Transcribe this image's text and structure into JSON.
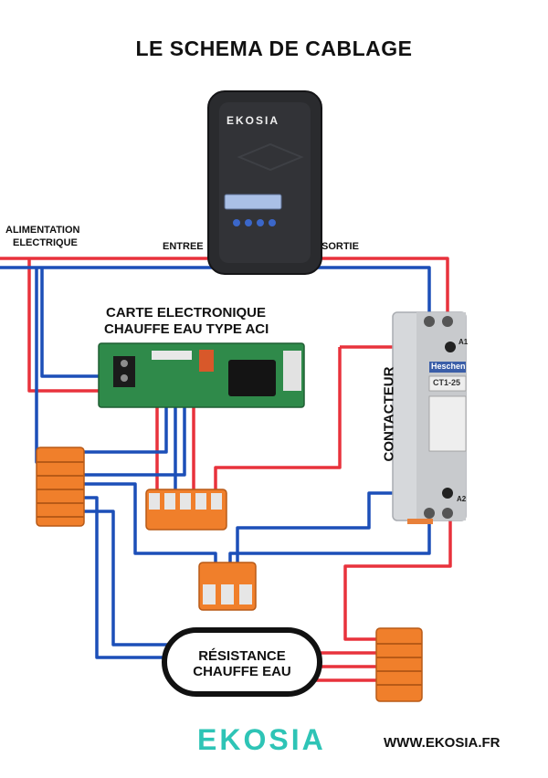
{
  "title": "LE SCHEMA DE CABLAGE",
  "labels": {
    "supply_line1": "ALIMENTATION",
    "supply_line2": "ELECTRIQUE",
    "input": "ENTREE",
    "output": "SORTIE",
    "board_line1": "CARTE ELECTRONIQUE",
    "board_line2": "CHAUFFE EAU TYPE ACI",
    "contactor": "CONTACTEUR",
    "heater_line1": "RÉSISTANCE",
    "heater_line2": "CHAUFFE EAU"
  },
  "device": {
    "brand": "EKOSIA"
  },
  "contactor_device": {
    "brand": "Heschen",
    "model": "CT1-25",
    "terminal_top": "A1",
    "terminal_bottom": "A2"
  },
  "footer": {
    "logo": "EKOSIA",
    "url": "WWW.EKOSIA.FR"
  },
  "colors": {
    "phase": "#e8323c",
    "neutral": "#1c4fb8",
    "connector": "#f07f2b",
    "board": "#2f8a4a",
    "device": "#2a2b2e",
    "logo": "#2ec4b6"
  }
}
